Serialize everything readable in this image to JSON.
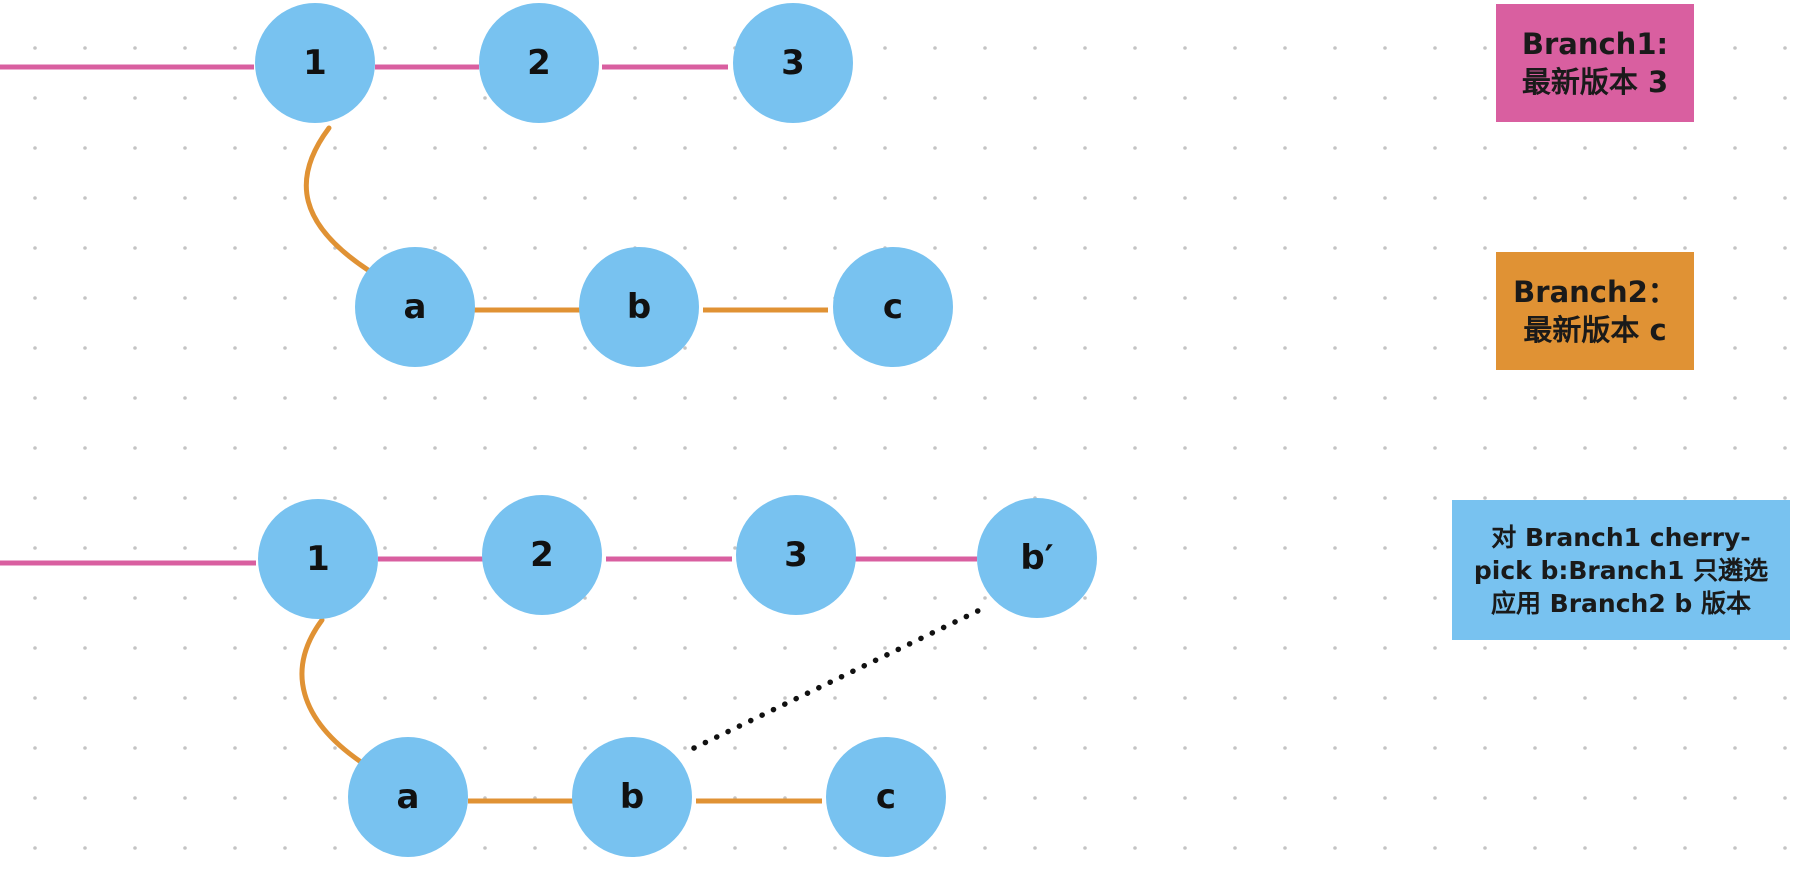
{
  "colors": {
    "branch1": "#d95fa0",
    "branch2": "#e09234",
    "node": "#78c2f0",
    "note": "#78c2f0",
    "grid_dot": "#c4c4c4",
    "cherry_pick_link": "#111111"
  },
  "legend": {
    "branch1": {
      "line1": "Branch1:",
      "line2": "最新版本 3"
    },
    "branch2": {
      "line1": "Branch2：",
      "line2": "最新版本 c"
    }
  },
  "note": {
    "line1": "对 Branch1 cherry-",
    "line2": "pick b:Branch1 只遴选",
    "line3": "应用 Branch2 b 版本"
  },
  "before": {
    "branch1_nodes": [
      "1",
      "2",
      "3"
    ],
    "branch2_nodes": [
      "a",
      "b",
      "c"
    ]
  },
  "after": {
    "branch1_nodes": [
      "1",
      "2",
      "3",
      "b′"
    ],
    "branch2_nodes": [
      "a",
      "b",
      "c"
    ],
    "cherry_pick": {
      "from": "b",
      "to": "b′",
      "style": "dotted"
    }
  }
}
